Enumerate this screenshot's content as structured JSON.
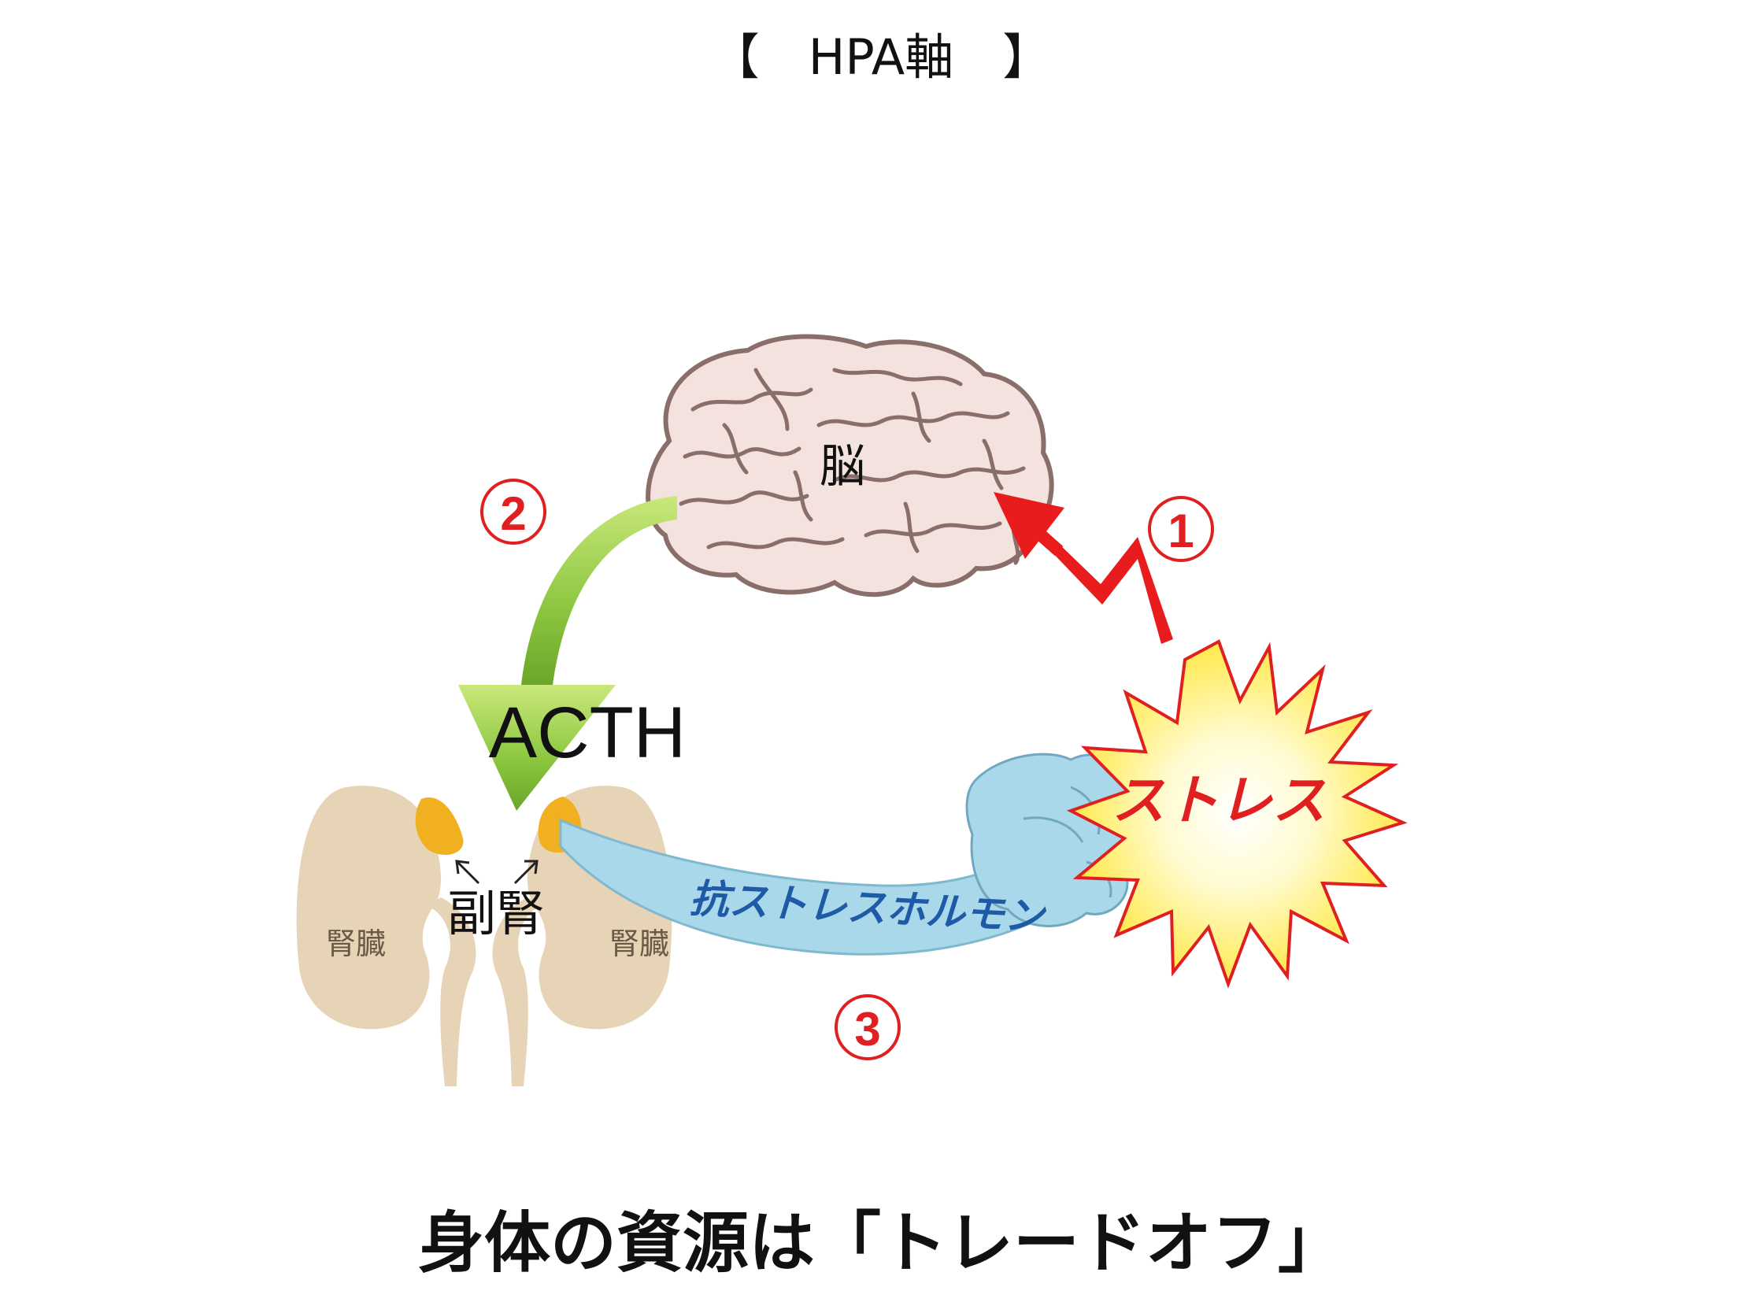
{
  "title": "【　HPA軸　】",
  "labels": {
    "brain": "脳",
    "step1": "1",
    "step2": "2",
    "step3": "3",
    "acth": "ACTH",
    "stress": "ストレス",
    "hormone": "抗ストレスホルモン",
    "adrenal": "副腎",
    "kidney_left": "腎臓",
    "kidney_right": "腎臓"
  },
  "tagline": "身体の資源は「トレードオフ」",
  "colors": {
    "step_number": "#e02020",
    "stress_arrow": "#e81c1c",
    "acth_arrow": "#8cc63f",
    "hormone_arm": "#a9d8ea",
    "hormone_text": "#1f5aa6",
    "brain_fill": "#f3e2de",
    "brain_lines": "#8a6e6a",
    "kidney": "#e7d3b6",
    "adrenal": "#f0b020",
    "burst_outline": "#e02020",
    "burst_fill": "#fff27a"
  }
}
